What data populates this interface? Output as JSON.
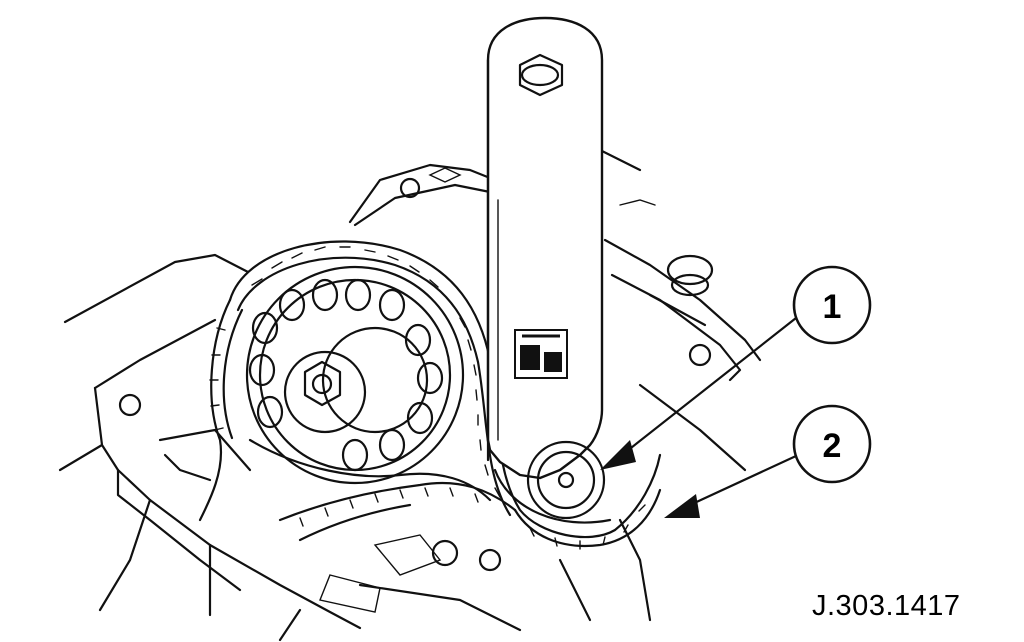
{
  "callouts": [
    {
      "label": "1",
      "target": "wrench-pin"
    },
    {
      "label": "2",
      "target": "timing-chain"
    }
  ],
  "reference_code": "J.303.1417"
}
